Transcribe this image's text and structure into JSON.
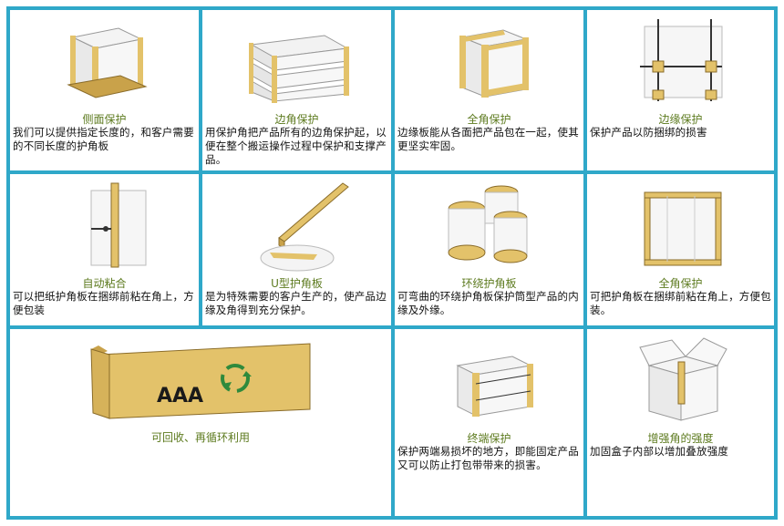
{
  "colors": {
    "border": "#2fa8c9",
    "title": "#5c7a1e",
    "kraft": "#e3c26a",
    "kraft_dark": "#c9a24a"
  },
  "cells": [
    {
      "title": "侧面保护",
      "desc": "我们可以提供指定长度的，和客户需要的不同长度的护角板",
      "icon": "pallet-side-protection-icon"
    },
    {
      "title": "边角保护",
      "desc": "用保护角把产品所有的边角保护起，以便在整个搬运操作过程中保护和支撑产品。",
      "icon": "stacked-boards-corner-icon"
    },
    {
      "title": "全角保护",
      "desc": "边缘板能从各面把产品包在一起，使其更坚实牢固。",
      "icon": "box-full-corner-icon"
    },
    {
      "title": "边缘保护",
      "desc": "保护产品以防捆绑的损害",
      "icon": "strap-edge-icon"
    },
    {
      "title": "自动粘合",
      "desc": "可以把纸护角板在捆绑前粘在角上，方便包装",
      "icon": "auto-glue-icon"
    },
    {
      "title": "U型护角板",
      "desc": "是为特殊需要的客户生产的，使产品边缘及角得到充分保护。",
      "icon": "u-profile-icon"
    },
    {
      "title": "环绕护角板",
      "desc": "可弯曲的环绕护角板保护筒型产品的内缘及外缘。",
      "icon": "roll-wrap-icon"
    },
    {
      "title": "全角保护",
      "desc": "可把护角板在捆绑前粘在角上，方便包装。",
      "icon": "crate-corner-icon"
    }
  ],
  "big": {
    "title": "可回收、再循环利用",
    "label": "AAA",
    "icon": "recycle-icon"
  },
  "bottom_cells": [
    {
      "title": "终端保护",
      "desc": "保护两端易损坏的地方，即能固定产品又可以防止打包带带来的损害。",
      "icon": "end-protection-icon"
    },
    {
      "title": "增强角的强度",
      "desc": "加固盒子内部以增加叠放强度",
      "icon": "box-reinforce-icon"
    }
  ]
}
